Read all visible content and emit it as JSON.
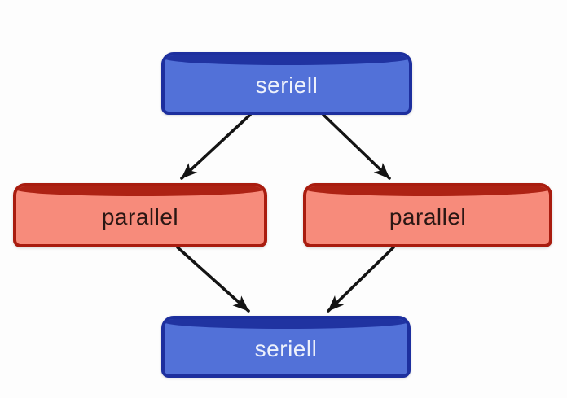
{
  "diagram": {
    "background": "#fdfdfd",
    "arrow_color": "#141414",
    "nodes": [
      {
        "id": "seriell-top",
        "label": "seriell",
        "fill": "#5271d8",
        "edge": "#1d2f9e",
        "text_color": "#edf1fb"
      },
      {
        "id": "parallel-left",
        "label": "parallel",
        "fill": "#f78b7b",
        "edge": "#a91c0f",
        "text_color": "#2b1714"
      },
      {
        "id": "parallel-right",
        "label": "parallel",
        "fill": "#f78b7b",
        "edge": "#a91c0f",
        "text_color": "#2b1714"
      },
      {
        "id": "seriell-bottom",
        "label": "seriell",
        "fill": "#5271d8",
        "edge": "#1d2f9e",
        "text_color": "#edf1fb"
      }
    ],
    "edges": [
      {
        "from": "seriell-top",
        "to": "parallel-left"
      },
      {
        "from": "seriell-top",
        "to": "parallel-right"
      },
      {
        "from": "parallel-left",
        "to": "seriell-bottom"
      },
      {
        "from": "parallel-right",
        "to": "seriell-bottom"
      }
    ]
  }
}
